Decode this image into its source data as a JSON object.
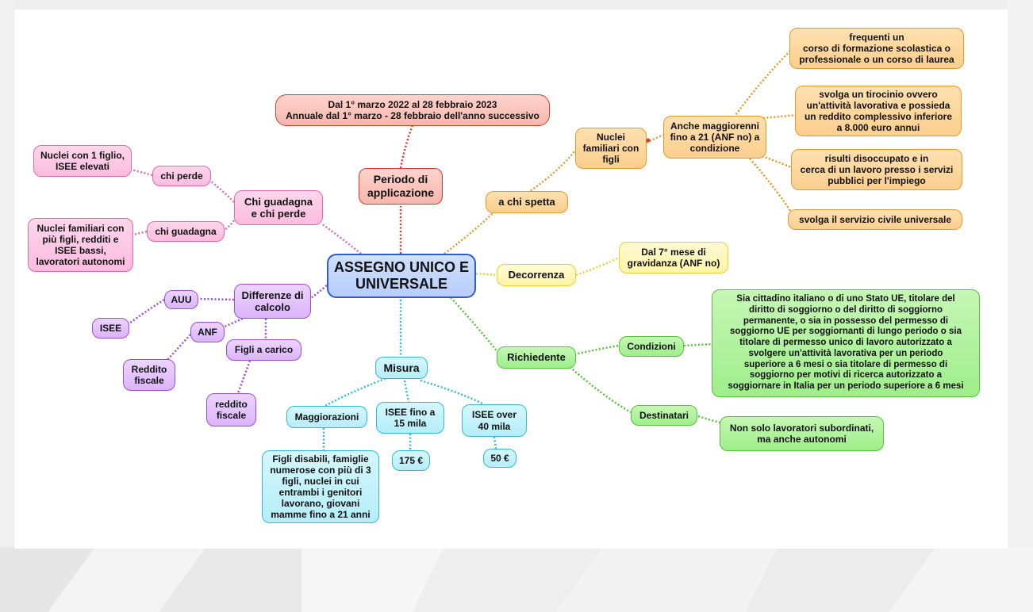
{
  "center": "ASSEGNO UNICO E\nUNIVERSALE",
  "periodo": {
    "label": "Periodo di\napplicazione",
    "detail": "Dal 1° marzo 2022 al 28 febbraio 2023\nAnnuale dal 1° marzo - 28 febbraio dell'anno successivo"
  },
  "chi_spetta": {
    "label": "a chi spetta",
    "nuclei": "Nuclei\nfamiliari con\nfigli",
    "maggiorenni": "Anche maggiorenni\nfino a 21 (ANF no) a\ncondizione",
    "conditions": [
      "frequenti un\ncorso di formazione scolastica o\nprofessionale o un corso di laurea",
      "svolga un tirocinio ovvero\nun'attività lavorativa e possieda\nun reddito complessivo inferiore\na 8.000 euro annui",
      "risulti disoccupato e in\ncerca di un lavoro presso i servizi\npubblici per l'impiego",
      "svolga il servizio civile universale"
    ]
  },
  "decorrenza": {
    "label": "Decorrenza",
    "detail": "Dal 7° mese di\ngravidanza (ANF no)"
  },
  "richiedente": {
    "label": "Richiedente",
    "condizioni": "Condizioni",
    "condizioni_text": "Sia cittadino italiano o di uno Stato UE, titolare del\ndiritto di soggiorno o del diritto di soggiorno\npermanente, o sia in possesso del permesso di\nsoggiorno UE per soggiornanti di lungo periodo o sia\ntitolare di permesso unico di lavoro autorizzato a\nsvolgere un'attività lavorativa per un periodo\nsuperiore a 6 mesi o sia titolare di permesso di\nsoggiorno per motivi di ricerca autorizzato a\nsoggiornare in Italia per un periodo superiore a 6 mesi",
    "destinatari": "Destinatari",
    "destinatari_text": "Non solo lavoratori subordinati,\nma anche autonomi"
  },
  "misura": {
    "label": "Misura",
    "maggiorazioni": "Maggiorazioni",
    "maggiorazioni_text": "Figli disabili, famiglie\nnumerose con più di 3\nfigli, nuclei in cui\nentrambi i genitori\nlavorano, giovani\nmamme fino a 21 anni",
    "isee15": "ISEE fino a\n15 mila",
    "isee15_value": "175 €",
    "isee40": "ISEE over\n40 mila",
    "isee40_value": "50 €"
  },
  "chi_guadagna": {
    "label": "Chi guadagna\ne chi perde",
    "perde": "chi perde",
    "perde_text": "Nuclei con 1 figlio,\nISEE elevati",
    "guadagna": "chi guadagna",
    "guadagna_text": "Nuclei familiari con\npiù figli, redditi e\nISEE bassi,\nlavoratori autonomi"
  },
  "differenze": {
    "label": "Differenze di\ncalcolo",
    "auu": "AUU",
    "isee": "ISEE",
    "anf": "ANF",
    "reddito": "Reddito\nfiscale",
    "figli": "Figli a carico",
    "reddito2": "reddito\nfiscale"
  },
  "colors": {
    "center": "#2f5bd4",
    "red": "#d23c2e",
    "orange": "#e39a2a",
    "yellow": "#e6d22b",
    "green": "#56c23a",
    "cyan": "#36b9d6",
    "pink": "#df69ad",
    "purple": "#9b4fd8"
  }
}
